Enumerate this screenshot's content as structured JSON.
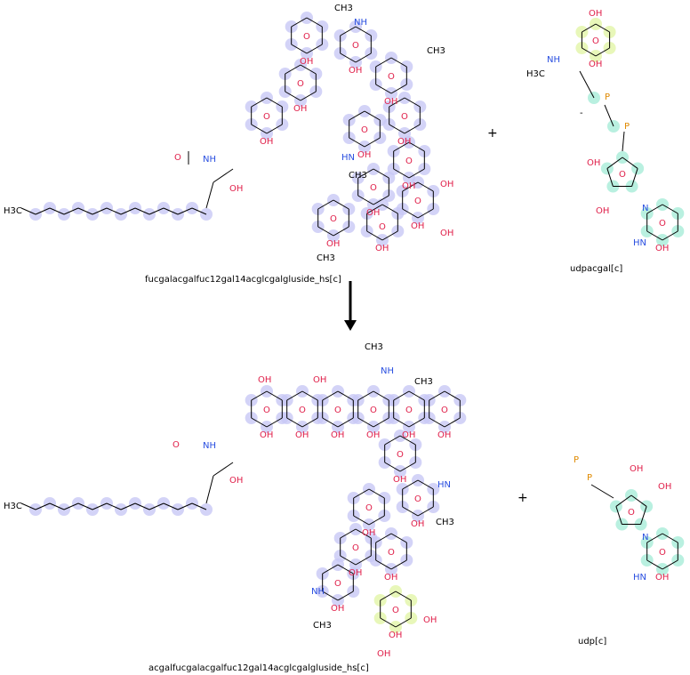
{
  "reaction": {
    "reactants": [
      {
        "name": "fucgalacgalfuc12gal14acglcgalgluside_hs[c]"
      },
      {
        "name": "udpacgal[c]"
      }
    ],
    "products": [
      {
        "name": "acgalfucgalacgalfuc12gal14acglcgalgluside_hs[c]"
      },
      {
        "name": "udp[c]"
      }
    ],
    "plus": "+",
    "arrow": "→"
  },
  "atom_labels": {
    "methyl_left": "H3C",
    "hydroxyl": "OH",
    "amine": "NH",
    "methyl": "CH3",
    "oxygen": "O",
    "phosphorus": "P",
    "nitrogen": "N",
    "amide_h": "HN",
    "charge_minus": "-"
  },
  "colors": {
    "reactant_highlight": "#c8c8f5",
    "udp_highlight": "#a8ecd8",
    "transfer_highlight": "#e2f5a8",
    "oxygen": "#e0204a",
    "nitrogen": "#2a4fe0",
    "phosphorus": "#e08a00"
  }
}
